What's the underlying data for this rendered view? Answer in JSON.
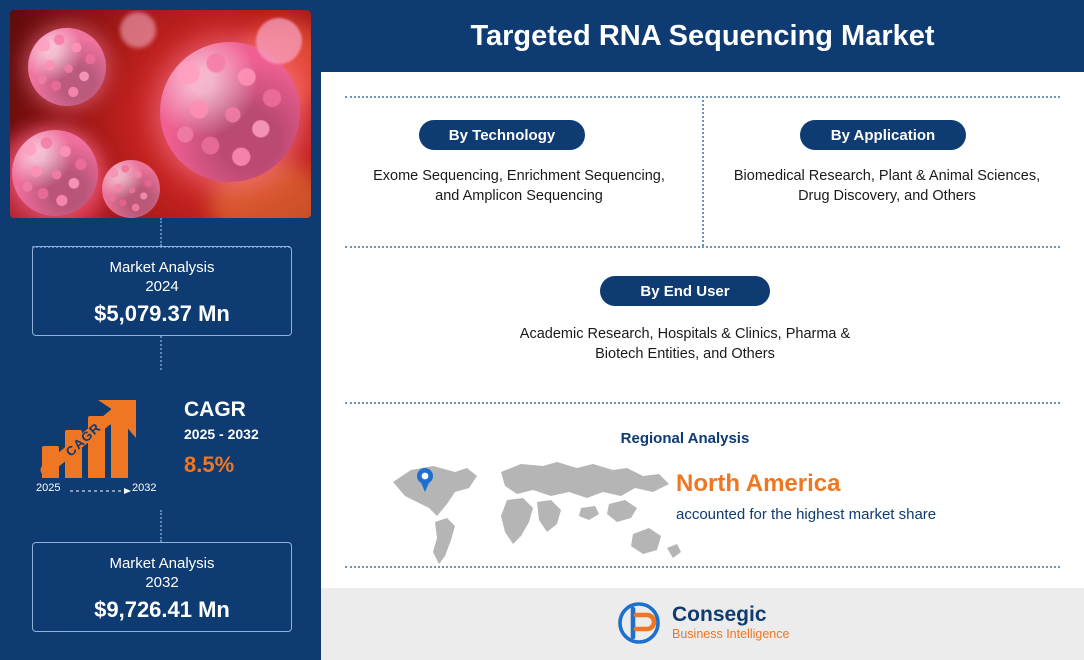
{
  "header": {
    "title": "Targeted RNA Sequencing Market"
  },
  "left": {
    "image_alt": "cell-microscopy-image",
    "market_2024": {
      "label_line1": "Market Analysis",
      "label_line2": "2024",
      "value": "$5,079.37 Mn"
    },
    "market_2032": {
      "label_line1": "Market Analysis",
      "label_line2": "2032",
      "value": "$9,726.41 Mn"
    },
    "cagr": {
      "rotated_label": "CAGR",
      "title": "CAGR",
      "years": "2025 - 2032",
      "value": "8.5%",
      "axis_start": "2025",
      "axis_end": "2032"
    }
  },
  "segments": [
    {
      "pill": "By Technology",
      "text": "Exome Sequencing, Enrichment Sequencing, and Amplicon Sequencing"
    },
    {
      "pill": "By Application",
      "text": "Biomedical Research, Plant & Animal Sciences, Drug Discovery, and Others"
    },
    {
      "pill": "By End User",
      "text": "Academic Research, Hospitals & Clinics, Pharma & Biotech Entities, and Others"
    }
  ],
  "regional": {
    "title": "Regional Analysis",
    "region": "North America",
    "description": "accounted for the highest market share",
    "map_alt": "world-map"
  },
  "footer": {
    "brand_name": "Consegic",
    "brand_tagline": "Business Intelligence"
  },
  "colors": {
    "navy": "#0d3b72",
    "orange": "#ef7622",
    "footer_bg": "#ececec",
    "map_gray": "#b5b5b5"
  }
}
